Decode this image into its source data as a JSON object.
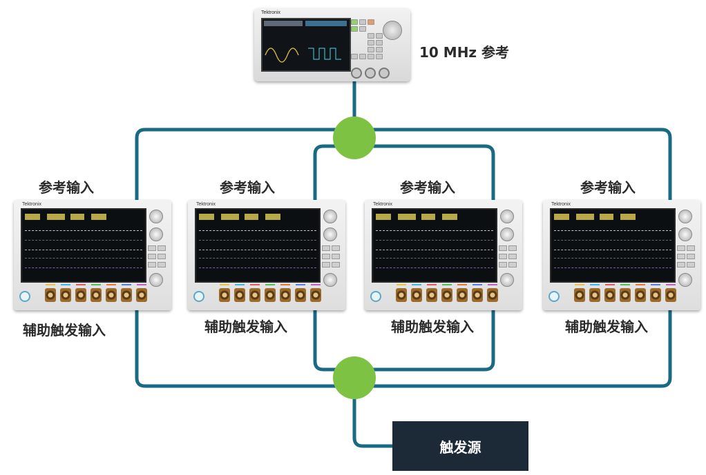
{
  "generator": {
    "label": "10 MHz 参考",
    "brand_icon": "tektronix-logo"
  },
  "scopes": [
    {
      "ref_label": "参考输入",
      "aux_label": "辅助触发输入"
    },
    {
      "ref_label": "参考输入",
      "aux_label": "辅助触发输入"
    },
    {
      "ref_label": "参考输入",
      "aux_label": "辅助触发输入"
    },
    {
      "ref_label": "参考输入",
      "aux_label": "辅助触发输入"
    }
  ],
  "trigger_source": {
    "label": "触发源"
  },
  "colors": {
    "wire": "#1b6a85",
    "node": "#7dc242",
    "trigger_box": "#1c2a38"
  }
}
